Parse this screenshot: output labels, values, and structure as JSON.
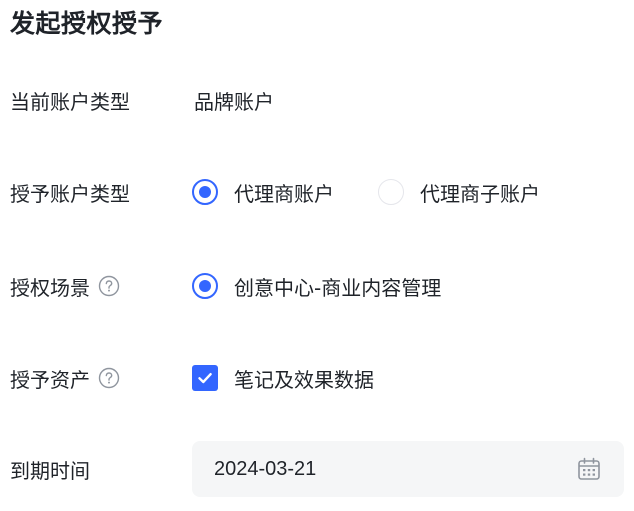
{
  "page": {
    "title": "发起授权授予"
  },
  "form": {
    "current_account_type": {
      "label": "当前账户类型",
      "value": "品牌账户"
    },
    "grant_account_type": {
      "label": "授予账户类型",
      "options": [
        {
          "label": "代理商账户",
          "selected": true
        },
        {
          "label": "代理商子账户",
          "selected": false
        }
      ]
    },
    "auth_scene": {
      "label": "授权场景",
      "help_icon": "question-circle-icon",
      "options": [
        {
          "label": "创意中心-商业内容管理",
          "selected": true
        }
      ]
    },
    "grant_assets": {
      "label": "授予资产",
      "help_icon": "question-circle-icon",
      "options": [
        {
          "label": "笔记及效果数据",
          "checked": true
        }
      ]
    },
    "expire_time": {
      "label": "到期时间",
      "value": "2024-03-21",
      "icon": "calendar-icon"
    }
  },
  "colors": {
    "accent": "#3366ff",
    "text": "#1f2329",
    "field_bg": "#f5f6f7",
    "muted": "#8f959e"
  }
}
